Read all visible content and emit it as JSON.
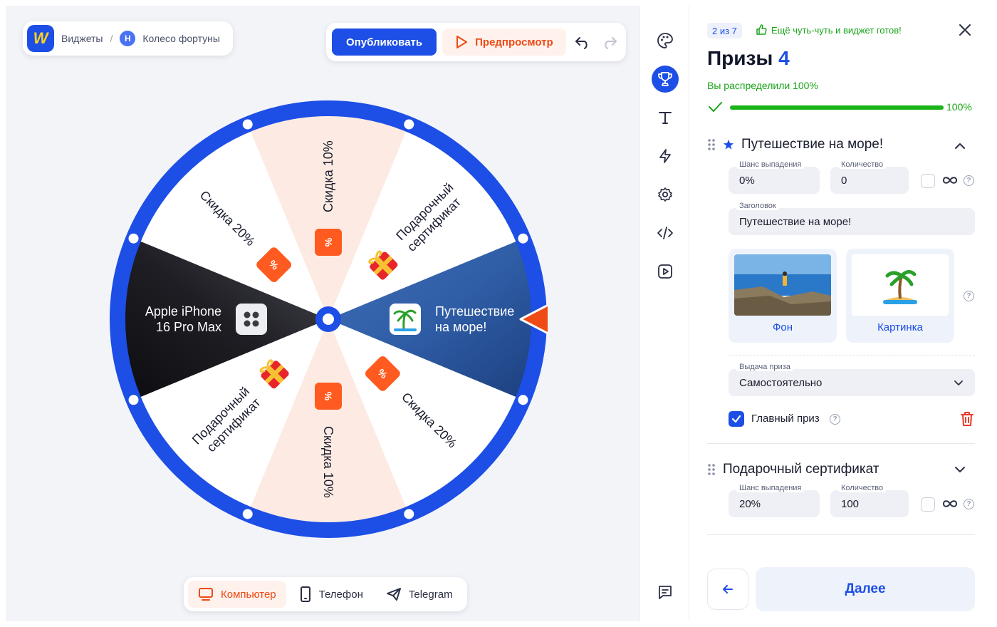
{
  "header": {
    "logo_letter": "W",
    "breadcrumb_root": "Виджеты",
    "breadcrumb_sep": "/",
    "breadcrumb_badge": "Н",
    "breadcrumb_current": "Колесо фортуны",
    "publish_label": "Опубликовать",
    "preview_label": "Предпросмотр"
  },
  "wheel": {
    "segments": [
      {
        "label": "Путешествие\nна море!",
        "icon": "palm-icon",
        "style": "photo"
      },
      {
        "label": "Подарочный\nсертификат",
        "icon": "gift-icon",
        "style": "white"
      },
      {
        "label": "Скидка 10%",
        "icon": "percent-icon",
        "style": "peach"
      },
      {
        "label": "Скидка 20%",
        "icon": "percent-icon",
        "style": "white"
      },
      {
        "label": "Apple iPhone\n16 Pro Max",
        "icon": "phone-icon",
        "style": "dark"
      },
      {
        "label": "Подарочный\nсертификат",
        "icon": "gift-icon",
        "style": "white"
      },
      {
        "label": "Скидка 10%",
        "icon": "percent-icon",
        "style": "peach"
      },
      {
        "label": "Скидка 20%",
        "icon": "percent-icon",
        "style": "white"
      }
    ],
    "percent_glyph": "%",
    "colors": {
      "rim": "#1d4ee6",
      "pointer": "#ee4b16",
      "peach": "#fdebe3",
      "badge": "#ff5a1f"
    }
  },
  "devices": [
    {
      "label": "Компьютер",
      "icon": "monitor-icon",
      "active": true
    },
    {
      "label": "Телефон",
      "icon": "phone-device-icon",
      "active": false
    },
    {
      "label": "Telegram",
      "icon": "telegram-icon",
      "active": false
    }
  ],
  "toolbar": [
    "palette-icon",
    "trophy-icon",
    "text-icon",
    "lightning-icon",
    "gear-icon",
    "code-icon",
    "play-icon",
    "chat-icon"
  ],
  "panel": {
    "step": "2 из 7",
    "hint": "Ещё чуть-чуть и виджет готов!",
    "title": "Призы",
    "title_count": "4",
    "distributed": "Вы распределили 100%",
    "progress_value": 100,
    "progress_label": "100%",
    "prize1": {
      "name": "Путешествие на море!",
      "chance_label": "Шанс выпадения",
      "chance_value": "0%",
      "qty_label": "Количество",
      "qty_value": "0",
      "heading_label": "Заголовок",
      "heading_value": "Путешествие на море!",
      "bg_label": "Фон",
      "image_label": "Картинка",
      "delivery_label": "Выдача приза",
      "delivery_value": "Самостоятельно",
      "main_prize_label": "Главный приз",
      "help_glyph": "?"
    },
    "prize2": {
      "name": "Подарочный сертификат",
      "chance_label": "Шанс выпадения",
      "chance_value": "20%",
      "qty_label": "Количество",
      "qty_value": "100"
    },
    "next_label": "Далее"
  }
}
